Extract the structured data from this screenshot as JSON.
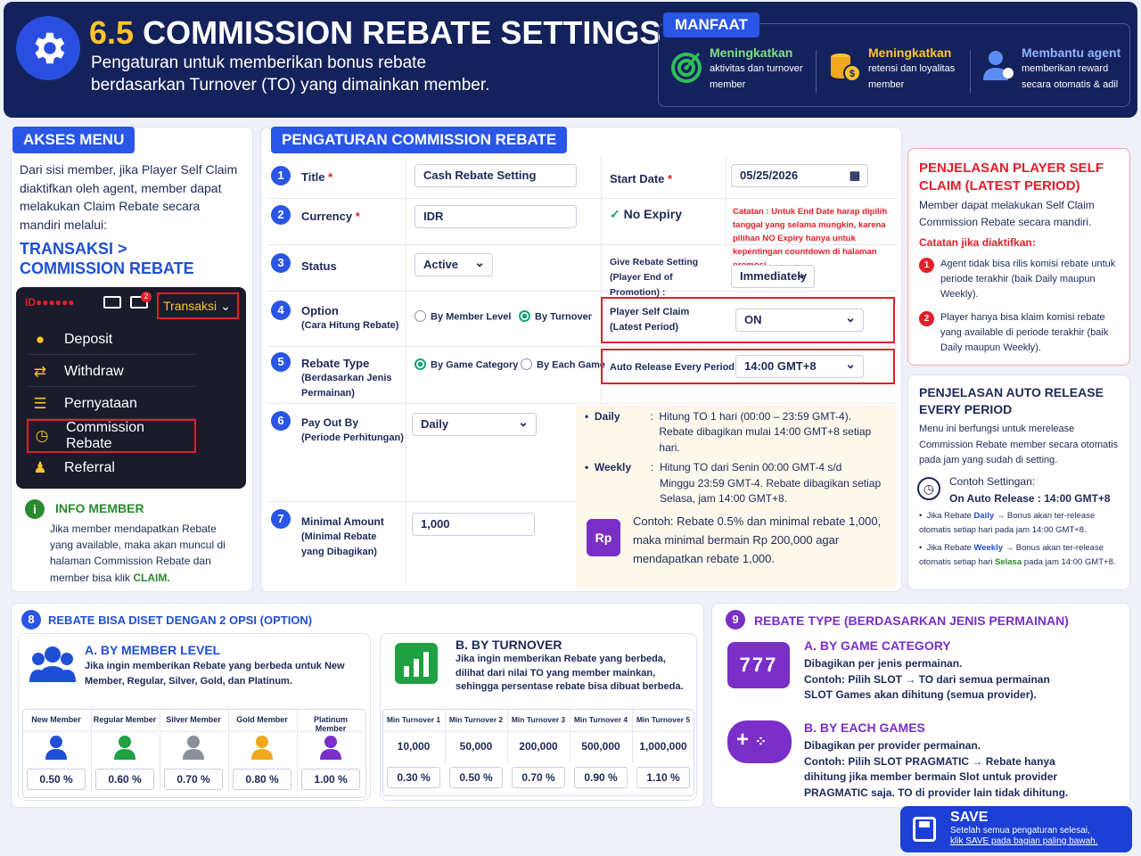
{
  "header": {
    "number": "6.5",
    "title": "COMMISSION REBATE SETTINGS",
    "subtitle_1": "Pengaturan untuk memberikan bonus rebate",
    "subtitle_2": "berdasarkan Turnover (TO) yang dimainkan member.",
    "manfaat_label": "MANFAAT",
    "manfaat": [
      {
        "title": "Meningkatkan",
        "line1": "aktivitas dan turnover",
        "line2": "member",
        "icon": "target-icon"
      },
      {
        "title": "Meningkatkan",
        "line1": "retensi dan loyalitas",
        "line2": "member",
        "icon": "coins-icon"
      },
      {
        "title": "Membantu agent",
        "line1": "memberikan reward",
        "line2": "secara otomatis & adil",
        "icon": "agent-icon"
      }
    ]
  },
  "akses": {
    "tag": "AKSES MENU",
    "text": "Dari sisi member, jika Player Self Claim diaktifkan oleh agent, member dapat melakukan Claim Rebate secara mandiri melalui:",
    "link_1": "TRANSAKSI >",
    "link_2": "COMMISSION REBATE",
    "topbar_id": "ID●●●●●●",
    "transaksi": "Transaksi",
    "badge": "2",
    "menu": [
      {
        "label": "Deposit",
        "icon": "deposit-icon"
      },
      {
        "label": "Withdraw",
        "icon": "withdraw-icon"
      },
      {
        "label": "Pernyataan",
        "icon": "statement-icon"
      },
      {
        "label": "Commission Rebate",
        "icon": "rebate-icon"
      },
      {
        "label": "Referral",
        "icon": "referral-icon"
      }
    ],
    "info_title": "INFO MEMBER",
    "info_text_1": "Jika member mendapatkan Rebate yang available, maka akan muncul di halaman Commission Rebate dan member bisa klik ",
    "info_claim": "CLAIM."
  },
  "form": {
    "tag": "PENGATURAN COMMISSION REBATE",
    "title_label": "Title",
    "title_value": "Cash Rebate Setting",
    "start_label": "Start Date",
    "start_value": "05/25/2026",
    "currency_label": "Currency",
    "currency_value": "IDR",
    "no_expiry": "No Expiry",
    "catatan": "Catatan : Untuk End Date harap dipilih tanggal yang selama mungkin, karena pilihan NO Expiry hanya untuk kepentingan countdown di halaman promosi.",
    "status_label": "Status",
    "status_value": "Active",
    "give_label": "Give Rebate Setting (Player End of Promotion) :",
    "give_value": "Immediately",
    "option_label": "Option",
    "option_sub": "(Cara Hitung Rebate)",
    "opt_member": "By Member Level",
    "opt_turnover": "By Turnover",
    "psc_label_1": "Player Self Claim",
    "psc_label_2": "(Latest Period)",
    "psc_value": "ON",
    "rt_label": "Rebate Type",
    "rt_sub": "(Berdasarkan Jenis Permainan)",
    "rt_game": "By Game Category",
    "rt_each": "By Each Game",
    "ar_label": "Auto Release Every Period",
    "ar_value": "14:00 GMT+8",
    "payout_label": "Pay Out By",
    "payout_sub": "(Periode Perhitungan)",
    "payout_value": "Daily",
    "daily_k": "Daily",
    "daily_v1": "Hitung TO 1 hari (00:00 – 23:59 GMT-4).",
    "daily_v2": "Rebate dibagikan mulai 14:00 GMT+8 setiap hari.",
    "weekly_k": "Weekly",
    "weekly_v1": "Hitung TO dari Senin 00:00 GMT-4 s/d",
    "weekly_v2": "Minggu 23:59 GMT-4. Rebate dibagikan setiap",
    "weekly_v3": "Selasa, jam 14:00 GMT+8.",
    "min_label": "Minimal Amount",
    "min_sub": "(Minimal Rebate yang Dibagikan)",
    "min_value": "1,000",
    "contoh_1": "Contoh:  Rebate 0.5% dan minimal rebate 1,000,",
    "contoh_2": "maka minimal bermain Rp 200,000 agar",
    "contoh_3": "mendapatkan rebate 1,000.",
    "rp": "Rp"
  },
  "psc_card": {
    "title": "PENJELASAN PLAYER SELF CLAIM (LATEST PERIOD)",
    "text": "Member dapat melakukan Self Claim Commission Rebate secara mandiri.",
    "catatan": "Catatan jika diaktifkan:",
    "items": [
      "Agent tidak bisa rilis komisi rebate untuk periode terakhir (baik Daily maupun Weekly).",
      "Player hanya bisa klaim komisi rebate yang available di periode terakhir (baik Daily maupun Weekly)."
    ]
  },
  "ar_card": {
    "title": "PENJELASAN AUTO RELEASE EVERY PERIOD",
    "text": "Menu ini berfungsi untuk merelease Commission Rebate member secara otomatis pada jam yang sudah di setting.",
    "contoh": "Contoh Settingan:",
    "on_auto": "On Auto Release :  14:00 GMT+8",
    "b1_a": "Jika Rebate ",
    "b1_k": "Daily",
    "b1_b": " → Bonus akan ter-release otomatis setiap hari pada jam 14:00 GMT+8.",
    "b2_a": "Jika Rebate ",
    "b2_k": "Weekly",
    "b2_b": " → Bonus akan ter-release otomatis setiap hari ",
    "b2_k2": "Selasa",
    "b2_c": " pada jam 14:00 GMT+8."
  },
  "opsi": {
    "num": "8",
    "title": "REBATE BISA DISET DENGAN 2 OPSI (OPTION)",
    "a_title": "A. BY MEMBER LEVEL",
    "a_text": "Jika ingin memberikan Rebate yang berbeda untuk New Member, Regular, Silver, Gold, dan Platinum.",
    "levels": [
      {
        "name": "New Member",
        "value": "0.50 %",
        "color": "#1f4fd6"
      },
      {
        "name": "Regular Member",
        "value": "0.60 %",
        "color": "#1fa043"
      },
      {
        "name": "Silver Member",
        "value": "0.70 %",
        "color": "#8a8f9c"
      },
      {
        "name": "Gold Member",
        "value": "0.80 %",
        "color": "#f0a81c"
      },
      {
        "name": "Platinum Member",
        "value": "1.00 %",
        "color": "#7a2fc8"
      }
    ],
    "b_title": "B. BY TURNOVER",
    "b_text": "Jika ingin memberikan Rebate yang berbeda, dilihat dari nilai TO yang member mainkan, sehingga persentase rebate bisa dibuat berbeda.",
    "turnovers": [
      {
        "name": "Min Turnover 1",
        "to": "10,000",
        "value": "0.30 %"
      },
      {
        "name": "Min Turnover 2",
        "to": "50,000",
        "value": "0.50 %"
      },
      {
        "name": "Min Turnover 3",
        "to": "200,000",
        "value": "0.70 %"
      },
      {
        "name": "Min Turnover 4",
        "to": "500,000",
        "value": "0.90 %"
      },
      {
        "name": "Min Turnover 5",
        "to": "1,000,000",
        "value": "1.10 %"
      }
    ]
  },
  "rtype": {
    "num": "9",
    "title": "REBATE TYPE (BERDASARKAN JENIS PERMAINAN)",
    "a_title": "A. BY GAME CATEGORY",
    "a_1": "Dibagikan per jenis permainan.",
    "a_2": "Contoh:  Pilih SLOT → TO dari semua permainan",
    "a_3": "SLOT Games akan dihitung (semua provider).",
    "slot": "777",
    "b_title": "B. BY EACH GAMES",
    "b_1": "Dibagikan per provider permainan.",
    "b_2": "Contoh:  Pilih SLOT PRAGMATIC → Rebate hanya",
    "b_3": "dihitung jika member bermain Slot untuk provider",
    "b_4": "PRAGMATIC saja. TO di provider lain tidak dihitung."
  },
  "save": {
    "label": "SAVE",
    "note_1": "Setelah semua pengaturan selesai,",
    "note_2": "klik SAVE pada bagian paling bawah."
  }
}
